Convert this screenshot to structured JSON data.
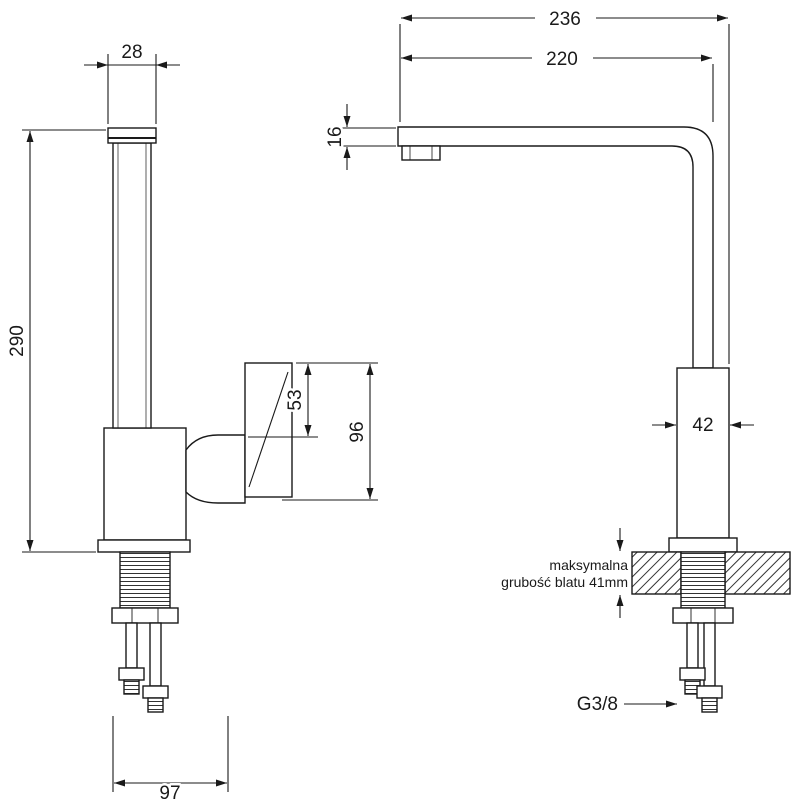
{
  "left_view": {
    "dim_cap_width": "28",
    "dim_total_height": "290",
    "dim_handle_upper": "53",
    "dim_handle_full": "96",
    "dim_base_depth": "97"
  },
  "right_view": {
    "dim_overall_reach": "236",
    "dim_spout_reach": "220",
    "dim_spout_thickness": "16",
    "dim_body_width": "42",
    "countertop_note_line1": "maksymalna",
    "countertop_note_line2": "grubość blatu 41mm",
    "thread_size_label": "G3/8"
  },
  "colors": {
    "line": "#1a1a1a",
    "background": "#ffffff"
  }
}
